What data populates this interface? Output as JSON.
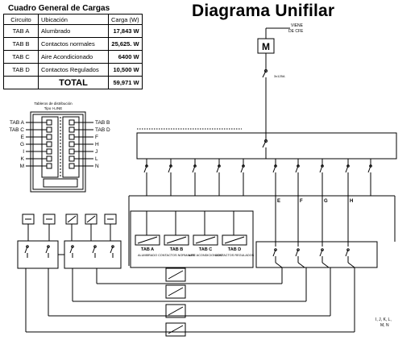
{
  "title": "Diagrama Unifilar",
  "load_table": {
    "caption": "Cuadro General de Cargas",
    "headers": [
      "Circuito",
      "Ubicación",
      "Carga (W)"
    ],
    "rows": [
      {
        "circuit": "TAB A",
        "location": "Alumbrado",
        "load": "17,843 W"
      },
      {
        "circuit": "TAB B",
        "location": "Contactos normales",
        "load": "25,625. W"
      },
      {
        "circuit": "TAB C",
        "location": "Aire Acondicionado",
        "load": "6400 W"
      },
      {
        "circuit": "TAB D",
        "location": "Contactos Regulados",
        "load": "10,500 W"
      }
    ],
    "total_label": "TOTAL",
    "total_value": "59,971 W"
  },
  "board": {
    "title_line1": "Tableros de distribución",
    "title_line2": "Tipo I-LINE",
    "left_labels": [
      "TAB A",
      "TAB C",
      "E",
      "G",
      "I",
      "K",
      "M"
    ],
    "right_labels": [
      "TAB B",
      "TAB D",
      "F",
      "H",
      "J",
      "L",
      "N"
    ]
  },
  "supply": {
    "label_line1": "VIENE",
    "label_line2": "DE CFE",
    "meter_letter": "M",
    "main_breaker": "3x125A"
  },
  "branch_labels": [
    "E",
    "F",
    "G",
    "H"
  ],
  "tabs": [
    {
      "name": "TAB A",
      "desc": "ALUMBRADO"
    },
    {
      "name": "TAB B",
      "desc": "CONTACTOS NORMALES"
    },
    {
      "name": "TAB C",
      "desc": "AIRE ACONDICIONADO"
    },
    {
      "name": "TAB D",
      "desc": "CONTACTOS REGULADOS"
    }
  ],
  "corner_note_line1": "I, J, K, L,",
  "corner_note_line2": "M, N"
}
